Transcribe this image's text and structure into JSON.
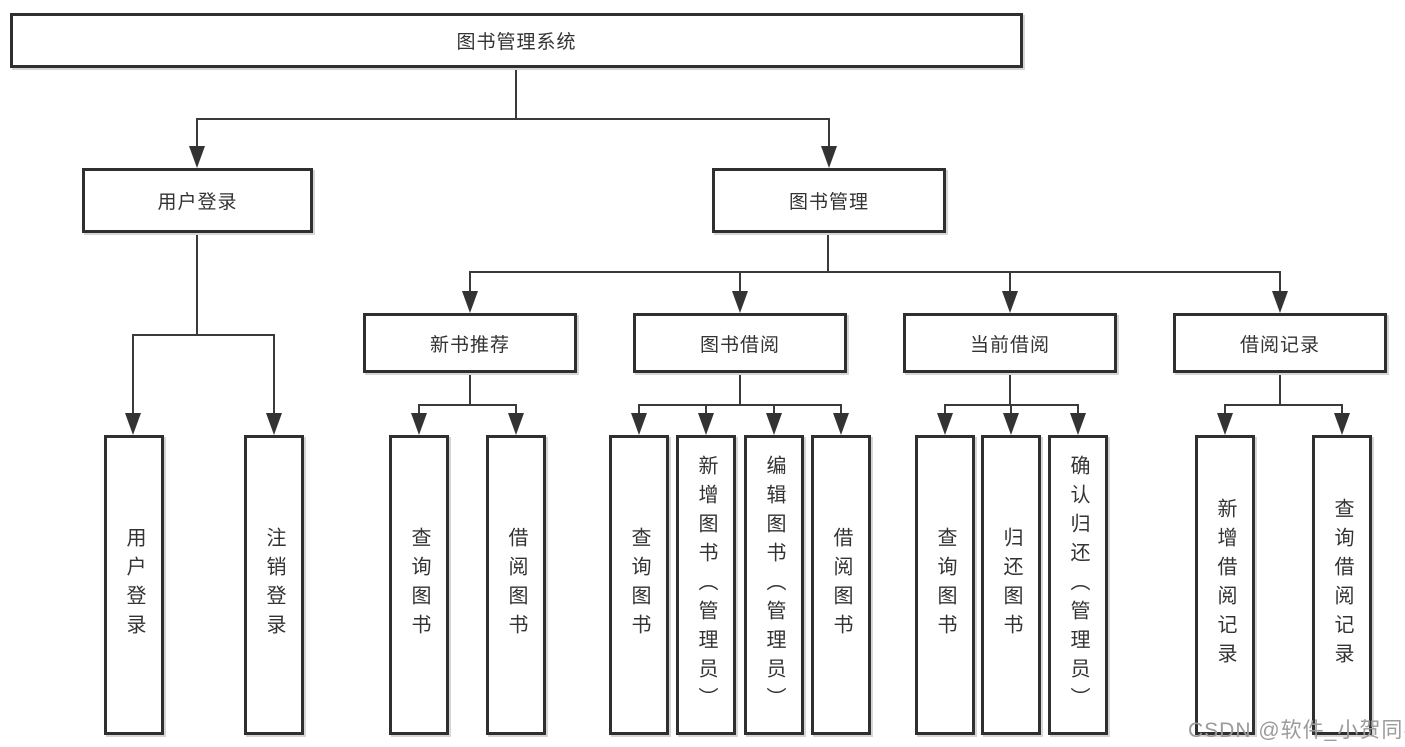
{
  "watermark": "CSDN @软件_小贺同学",
  "colors": {
    "box_border": "#2f2f2f",
    "connector_line": "#3a3a3a",
    "text": "#333333",
    "watermark_text": "#9b9b9b",
    "background": "#ffffff"
  },
  "nodes": {
    "root": {
      "label": "图书管理系统"
    },
    "userLogin": {
      "label": "用户登录"
    },
    "bookManagement": {
      "label": "图书管理"
    },
    "newBookRec": {
      "label": "新书推荐"
    },
    "bookBorrow": {
      "label": "图书借阅"
    },
    "currentBorrow": {
      "label": "当前借阅"
    },
    "borrowRecords": {
      "label": "借阅记录"
    },
    "leaves": {
      "userLoginLeaf": "用户登录",
      "logout": "注销登录",
      "recQueryBooks": "查询图书",
      "recBorrowBooks": "借阅图书",
      "bbQueryBooks": "查询图书",
      "bbAddBooks": "新增图书（管理员）",
      "bbEditBooks": "编辑图书（管理员）",
      "bbBorrowBooks": "借阅图书",
      "cbQueryBooks": "查询图书",
      "cbReturnBooks": "归还图书",
      "cbConfirmReturn": "确认归还（管理员）",
      "brAddRecord": "新增借阅记录",
      "brQueryRecord": "查询借阅记录"
    }
  },
  "hierarchy": {
    "root": [
      "userLogin",
      "bookManagement"
    ],
    "userLogin": [
      "userLoginLeaf",
      "logout"
    ],
    "bookManagement": [
      "newBookRec",
      "bookBorrow",
      "currentBorrow",
      "borrowRecords"
    ],
    "newBookRec": [
      "recQueryBooks",
      "recBorrowBooks"
    ],
    "bookBorrow": [
      "bbQueryBooks",
      "bbAddBooks",
      "bbEditBooks",
      "bbBorrowBooks"
    ],
    "currentBorrow": [
      "cbQueryBooks",
      "cbReturnBooks",
      "cbConfirmReturn"
    ],
    "borrowRecords": [
      "brAddRecord",
      "brQueryRecord"
    ]
  }
}
